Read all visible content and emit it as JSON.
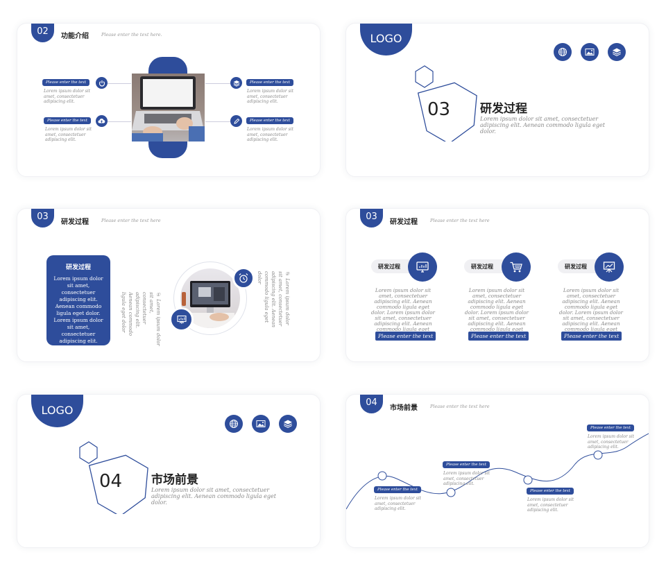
{
  "slide1": {
    "tab_number": "02",
    "title": "功能介绍",
    "subtitle": "Please enter the text here.",
    "items": [
      {
        "label": "Please enter the text",
        "body": "Lorem ipsum dolor sit amet, consectetuer adipiscing elit.",
        "icon": "power-icon"
      },
      {
        "label": "Please enter the text",
        "body": "Lorem ipsum dolor sit amet, consectetuer adipiscing elit.",
        "icon": "cloud-upload-icon"
      },
      {
        "label": "Please enter the text",
        "body": "Lorem ipsum dolor sit amet, consectetuer adipiscing elit.",
        "icon": "layers-icon"
      },
      {
        "label": "Please enter the text",
        "body": "Lorem ipsum dolor sit amet, consectetuer adipiscing elit.",
        "icon": "pencil-icon"
      }
    ],
    "photo": "laptop-photo"
  },
  "slide2": {
    "logo": "LOGO",
    "number": "03",
    "title": "研发过程",
    "body": "Lorem ipsum dolor sit amet, consectetuer adipiscing elit. Aenean commodo ligula eget dolor.",
    "icons": [
      "globe-icon",
      "picture-icon",
      "layers-icon"
    ]
  },
  "slide3": {
    "tab_number": "03",
    "title": "研发过程",
    "subtitle": "Please enter the text here",
    "box_title": "研发过程",
    "box_body": "Lorem ipsum dolor sit amet, consectetuer adipiscing elit. Aenean commodo ligula eget dolor. Lorem ipsum dolor sit amet, consectetuer adipiscing elit. Aenean commodo",
    "vertical_texts": [
      "Lorem ipsum dolor sit amet, consectetuer adipiscing elit. Aenean commodo ligula eget dolor",
      "Lorem ipsum dolor sit amet, consectetuer adipiscing elit. Aenean commodo ligula eget dolor"
    ],
    "vertical_markers": [
      "①",
      "②"
    ],
    "icons": [
      "alarm-clock-icon",
      "presentation-icon"
    ],
    "photo": "monitor-photo"
  },
  "slide4": {
    "tab_number": "03",
    "title": "研发过程",
    "subtitle": "Please enter the text here",
    "columns": [
      {
        "label": "研发过程",
        "icon": "monitor-chart-icon",
        "body": "Lorem ipsum dolor sit amet, consectetuer adipiscing elit. Aenean commodo ligula eget dolor. Lorem ipsum dolor sit amet, consectetuer adipiscing elit. Aenean commodo ligula eget dolor.",
        "button": "Please enter the text"
      },
      {
        "label": "研发过程",
        "icon": "cart-icon",
        "body": "Lorem ipsum dolor sit amet, consectetuer adipiscing elit. Aenean commodo ligula eget dolor. Lorem ipsum dolor sit amet, consectetuer adipiscing elit. Aenean commodo ligula eget dolor.",
        "button": "Please enter the text"
      },
      {
        "label": "研发过程",
        "icon": "board-chart-icon",
        "body": "Lorem ipsum dolor sit amet, consectetuer adipiscing elit. Aenean commodo ligula eget dolor. Lorem ipsum dolor sit amet, consectetuer adipiscing elit. Aenean commodo ligula eget dolor.",
        "button": "Please enter the text"
      }
    ]
  },
  "slide5": {
    "logo": "LOGO",
    "number": "04",
    "title": "市场前景",
    "body": "Lorem ipsum dolor sit amet, consectetuer adipiscing elit. Aenean commodo ligula eget dolor.",
    "icons": [
      "globe-icon",
      "picture-icon",
      "layers-icon"
    ]
  },
  "slide6": {
    "tab_number": "04",
    "title": "市场前景",
    "subtitle": "Please enter the text here",
    "points": [
      {
        "label": "Please enter the text",
        "body": "Lorem ipsum dolor sit amet, consectetuer adipiscing elit."
      },
      {
        "label": "Please enter the text",
        "body": "Lorem ipsum dolor sit amet, consectetuer adipiscing elit."
      },
      {
        "label": "Please enter the text",
        "body": "Lorem ipsum dolor sit amet, consectetuer adipiscing elit."
      },
      {
        "label": "Please enter the text",
        "body": "Lorem ipsum dolor sit amet, consectetuer adipiscing elit."
      }
    ]
  },
  "colors": {
    "accent": "#2e4d9b",
    "text": "#222222",
    "muted": "#888888"
  }
}
